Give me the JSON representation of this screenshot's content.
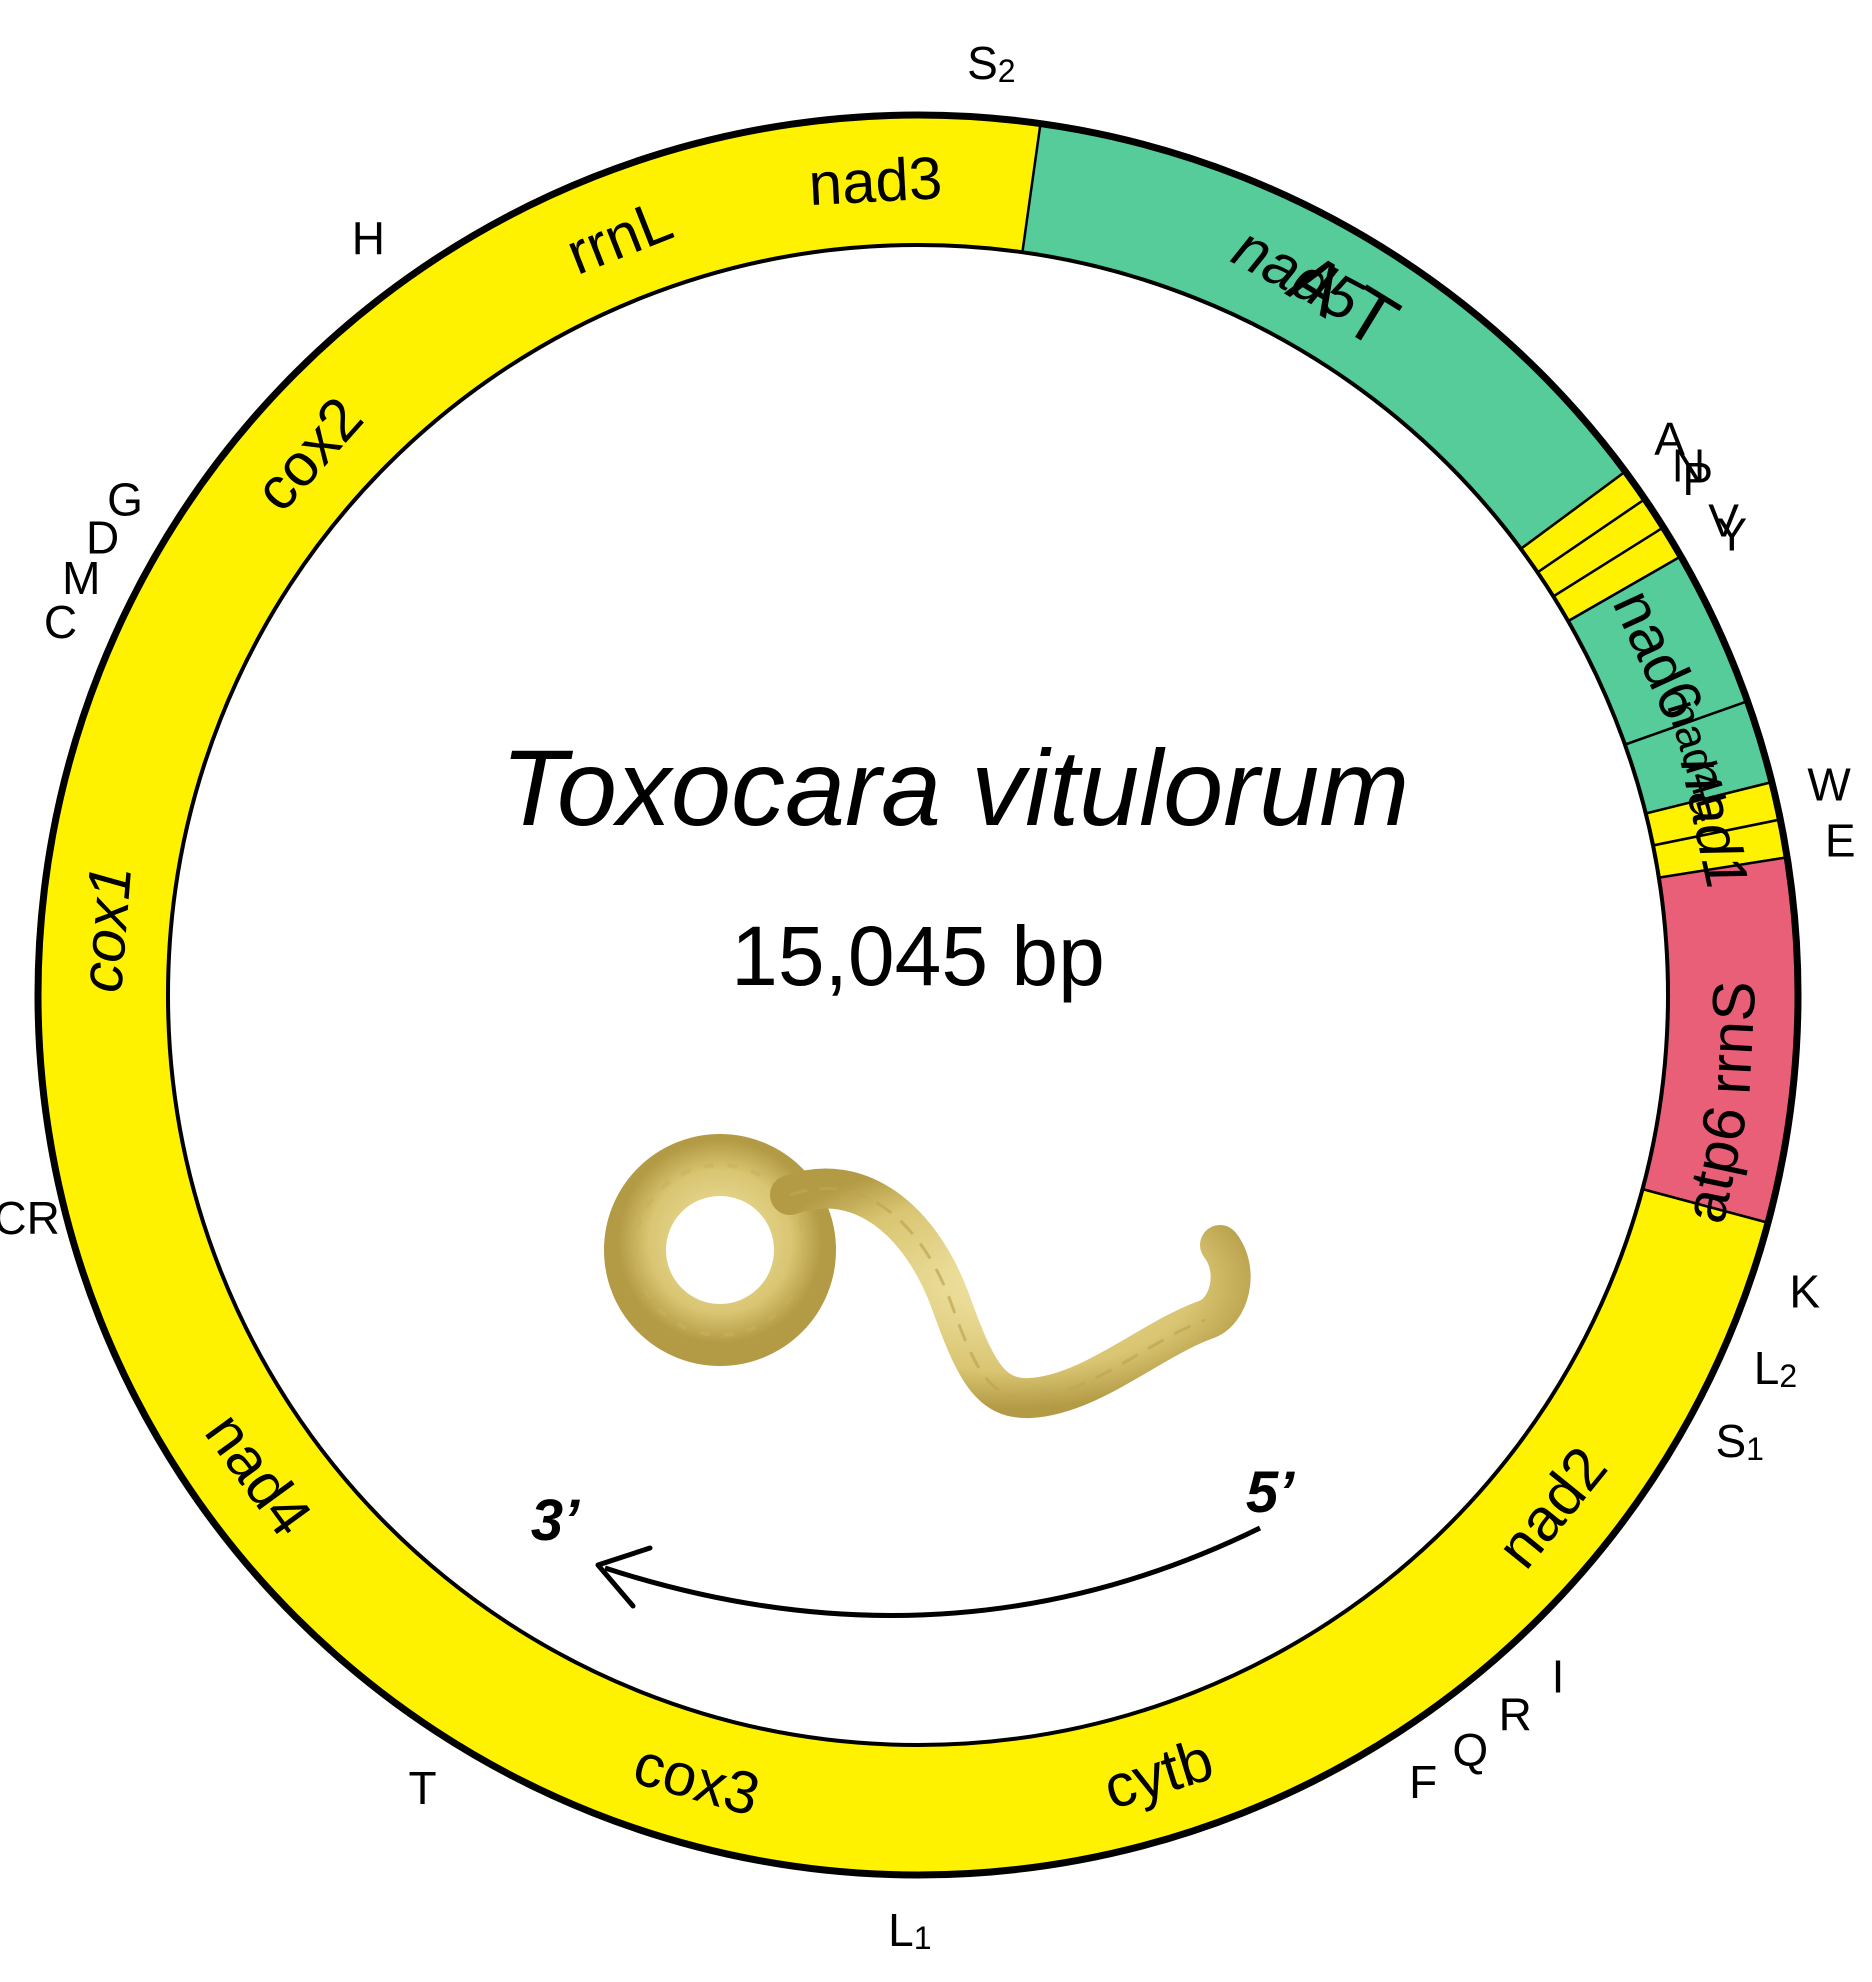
{
  "title": "Toxocara vitulorum",
  "genome_size": "15,045 bp",
  "strand_start": "5’",
  "strand_end": "3’",
  "colors": {
    "protein": "#55CC99",
    "rrna": "#E95F78",
    "noncoding": "#58B5E5",
    "trna": "#FFF200",
    "outline": "#000000"
  },
  "segments": [
    {
      "name": "AT",
      "label": "A T",
      "type": "noncoding",
      "start": 8,
      "end": 55
    },
    {
      "name": "N",
      "label": "",
      "type": "trna",
      "start": 55,
      "end": 58.3
    },
    {
      "name": "Y",
      "label": "",
      "type": "trna",
      "start": 58.3,
      "end": 61.6
    },
    {
      "name": "nad1",
      "label": "nad1",
      "type": "protein",
      "start": 61.6,
      "end": 94,
      "italic": true
    },
    {
      "name": "atp6",
      "label": "atp6",
      "type": "protein",
      "start": 94,
      "end": 110,
      "italic": false
    },
    {
      "name": "K",
      "label": "",
      "type": "trna",
      "start": 110,
      "end": 112.8
    },
    {
      "name": "L2",
      "label": "",
      "type": "trna",
      "start": 112.8,
      "end": 115.6
    },
    {
      "name": "S1",
      "label": "",
      "type": "trna",
      "start": 115.6,
      "end": 118.4
    },
    {
      "name": "nad2",
      "label": "nad2",
      "type": "protein",
      "start": 118.4,
      "end": 139.5,
      "italic": false
    },
    {
      "name": "I",
      "label": "",
      "type": "trna",
      "start": 139.5,
      "end": 141.3
    },
    {
      "name": "R",
      "label": "",
      "type": "trna",
      "start": 141.3,
      "end": 143.1
    },
    {
      "name": "Q",
      "label": "",
      "type": "trna",
      "start": 143.1,
      "end": 144.9
    },
    {
      "name": "F",
      "label": "",
      "type": "trna",
      "start": 144.9,
      "end": 146.7
    },
    {
      "name": "cytb",
      "label": "cytb",
      "type": "protein",
      "start": 146.7,
      "end": 179,
      "italic": false
    },
    {
      "name": "L1",
      "label": "",
      "type": "trna",
      "start": 179,
      "end": 181.5
    },
    {
      "name": "cox3",
      "label": "cox3",
      "type": "protein",
      "start": 181.5,
      "end": 210,
      "italic": false
    },
    {
      "name": "T",
      "label": "",
      "type": "trna",
      "start": 210,
      "end": 213
    },
    {
      "name": "nad4",
      "label": "nad4",
      "type": "protein",
      "start": 213,
      "end": 255,
      "italic": false
    },
    {
      "name": "NCR",
      "label": "",
      "type": "noncoding",
      "start": 255,
      "end": 257.3
    },
    {
      "name": "cox1",
      "label": "cox1",
      "type": "protein",
      "start": 257.3,
      "end": 292,
      "italic": true
    },
    {
      "name": "C",
      "label": "",
      "type": "trna",
      "start": 292,
      "end": 294.3
    },
    {
      "name": "M",
      "label": "",
      "type": "trna",
      "start": 294.3,
      "end": 296.6
    },
    {
      "name": "D",
      "label": "",
      "type": "trna",
      "start": 296.6,
      "end": 298.9
    },
    {
      "name": "G",
      "label": "",
      "type": "trna",
      "start": 298.9,
      "end": 301.2
    },
    {
      "name": "cox2",
      "label": "cox2",
      "type": "protein",
      "start": 301.2,
      "end": 322,
      "italic": false
    },
    {
      "name": "H",
      "label": "",
      "type": "trna",
      "start": 322,
      "end": 325
    },
    {
      "name": "rrnL",
      "label": "rrnL",
      "type": "rrna",
      "start": 325,
      "end": 352,
      "italic": false
    },
    {
      "name": "nad3",
      "label": "nad3",
      "type": "protein",
      "start": 352,
      "end": 362,
      "italic": false
    },
    {
      "name": "nad5",
      "label": "nad5",
      "type": "protein",
      "start": 362,
      "end": 413.5,
      "italic": true
    },
    {
      "name": "A",
      "label": "",
      "type": "trna",
      "start": 413.5,
      "end": 415.7
    },
    {
      "name": "P",
      "label": "",
      "type": "trna",
      "start": 415.7,
      "end": 417.9
    },
    {
      "name": "V",
      "label": "",
      "type": "trna",
      "start": 417.9,
      "end": 420.1
    },
    {
      "name": "nad6",
      "label": "nad6",
      "type": "protein",
      "start": 420.1,
      "end": 430.5,
      "italic": false
    },
    {
      "name": "nad4L",
      "label": "nad4L",
      "type": "protein",
      "start": 430.5,
      "end": 436,
      "italic": false
    },
    {
      "name": "W",
      "label": "",
      "type": "trna",
      "start": 436,
      "end": 438.5
    },
    {
      "name": "E",
      "label": "",
      "type": "trna",
      "start": 438.5,
      "end": 441
    },
    {
      "name": "rrnS",
      "label": "rrnS",
      "type": "rrna",
      "start": 441,
      "end": 465,
      "italic": false
    },
    {
      "name": "S2",
      "label": "",
      "type": "trna",
      "start": 465,
      "end": 368.0
    }
  ],
  "trna_labels": [
    {
      "text": "S",
      "sub": "2",
      "angle": 4.5
    },
    {
      "text": "N",
      "sub": "",
      "angle": 55.5
    },
    {
      "text": "Y",
      "sub": "",
      "angle": 60.5
    },
    {
      "text": "K",
      "sub": "",
      "angle": 108.5
    },
    {
      "text": "L",
      "sub": "2",
      "angle": 113.5
    },
    {
      "text": "S",
      "sub": "1",
      "angle": 118.5
    },
    {
      "text": "I",
      "sub": "",
      "angle": 136.8
    },
    {
      "text": "R",
      "sub": "",
      "angle": 140.3
    },
    {
      "text": "Q",
      "sub": "",
      "angle": 143.8
    },
    {
      "text": "F",
      "sub": "",
      "angle": 147.3
    },
    {
      "text": "L",
      "sub": "1",
      "angle": 180.5
    },
    {
      "text": "T",
      "sub": "",
      "angle": 212
    },
    {
      "text": "NCR",
      "sub": "",
      "angle": 256.2
    },
    {
      "text": "C",
      "sub": "",
      "angle": 293.5
    },
    {
      "text": "M",
      "sub": "",
      "angle": 296.5
    },
    {
      "text": "D",
      "sub": "",
      "angle": 299.3
    },
    {
      "text": "G",
      "sub": "",
      "angle": 302
    },
    {
      "text": "H",
      "sub": "",
      "angle": 324
    },
    {
      "text": "A",
      "sub": "",
      "angle": 413.5
    },
    {
      "text": "P",
      "sub": "",
      "angle": 416.5
    },
    {
      "text": "V",
      "sub": "",
      "angle": 419.5
    },
    {
      "text": "W",
      "sub": "",
      "angle": 437
    },
    {
      "text": "E",
      "sub": "",
      "angle": 440.5
    }
  ]
}
